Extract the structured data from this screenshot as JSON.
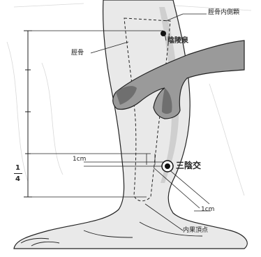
{
  "labels": {
    "tibia_medial_condyle": "脛骨内側顆",
    "yinlingquan": "陰陵泉",
    "tibia": "脛骨",
    "sanyinjiao": "三陰交",
    "medial_malleolus_apex": "内果頂点",
    "one_cm_left": "1cm",
    "one_cm_right": "1cm",
    "scale_numerator": "1",
    "scale_denominator": "4"
  },
  "colors": {
    "line": "#222222",
    "leg_fill": "#e9e9e9",
    "leg_shade": "#cfcfcf",
    "hand_fill": "#9a9a9a",
    "hand_dark": "#6f6f6f",
    "point": "#111111"
  }
}
